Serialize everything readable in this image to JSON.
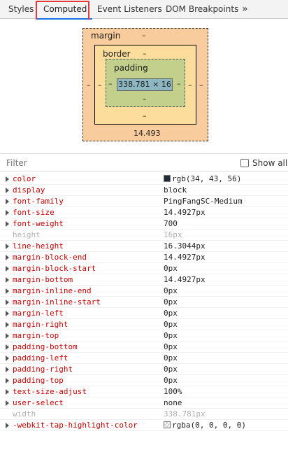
{
  "tabs": [
    {
      "label": "Styles",
      "active": false
    },
    {
      "label": "Computed",
      "active": true
    },
    {
      "label": "Event Listeners",
      "active": false
    },
    {
      "label": "DOM Breakpoints",
      "active": false
    }
  ],
  "more_tabs_glyph": "»",
  "box_model": {
    "margin_label": "margin",
    "margin_top": "–",
    "margin_left": "–",
    "margin_right": "–",
    "margin_bottom": "14.493",
    "border_label": "border",
    "border_top": "–",
    "border_left": "–",
    "border_right": "–",
    "border_bottom": "–",
    "padding_label": "padding",
    "padding_top": "–",
    "padding_left": "–",
    "padding_right": "–",
    "padding_bottom": "–",
    "content_size": "338.781 × 16"
  },
  "filter": {
    "placeholder": "Filter",
    "show_all_label": "Show all",
    "show_all_checked": false
  },
  "properties": [
    {
      "name": "color",
      "value": "rgb(34, 43, 56)",
      "expandable": true,
      "swatch": "#222b38"
    },
    {
      "name": "display",
      "value": "block",
      "expandable": true
    },
    {
      "name": "font-family",
      "value": "PingFangSC-Medium",
      "expandable": true
    },
    {
      "name": "font-size",
      "value": "14.4927px",
      "expandable": true
    },
    {
      "name": "font-weight",
      "value": "700",
      "expandable": true
    },
    {
      "name": "height",
      "value": "16px",
      "expandable": false,
      "inherited": true
    },
    {
      "name": "line-height",
      "value": "16.3044px",
      "expandable": true
    },
    {
      "name": "margin-block-end",
      "value": "14.4927px",
      "expandable": true
    },
    {
      "name": "margin-block-start",
      "value": "0px",
      "expandable": true
    },
    {
      "name": "margin-bottom",
      "value": "14.4927px",
      "expandable": true
    },
    {
      "name": "margin-inline-end",
      "value": "0px",
      "expandable": true
    },
    {
      "name": "margin-inline-start",
      "value": "0px",
      "expandable": true
    },
    {
      "name": "margin-left",
      "value": "0px",
      "expandable": true
    },
    {
      "name": "margin-right",
      "value": "0px",
      "expandable": true
    },
    {
      "name": "margin-top",
      "value": "0px",
      "expandable": true
    },
    {
      "name": "padding-bottom",
      "value": "0px",
      "expandable": true
    },
    {
      "name": "padding-left",
      "value": "0px",
      "expandable": true
    },
    {
      "name": "padding-right",
      "value": "0px",
      "expandable": true
    },
    {
      "name": "padding-top",
      "value": "0px",
      "expandable": true
    },
    {
      "name": "text-size-adjust",
      "value": "100%",
      "expandable": true
    },
    {
      "name": "user-select",
      "value": "none",
      "expandable": true
    },
    {
      "name": "width",
      "value": "338.781px",
      "expandable": false,
      "inherited": true
    },
    {
      "name": "-webkit-tap-highlight-color",
      "value": "rgba(0, 0, 0, 0)",
      "expandable": true,
      "swatch": "checker"
    }
  ]
}
